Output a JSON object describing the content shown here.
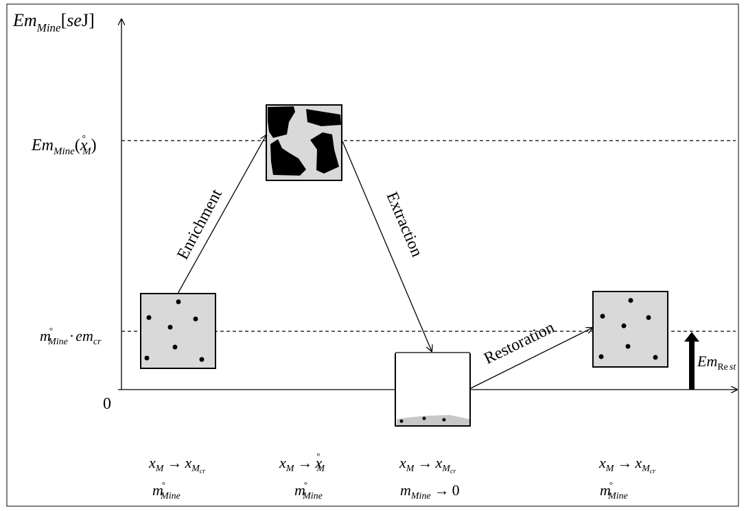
{
  "y_axis": {
    "em": "Em",
    "mine": "Mine",
    "unit_open": "[",
    "unit": "se",
    "unit_close": "J]"
  },
  "origin_label": "0",
  "level_high": {
    "em": "Em",
    "mine": "Mine",
    "paren_open": "(",
    "x": "x",
    "deg": "°",
    "sub_m": "M",
    "paren_close": ")"
  },
  "level_low": {
    "m": "m",
    "deg": "°",
    "mine": "Mine",
    "dot": "·",
    "em": "em",
    "cr": "cr"
  },
  "processes": {
    "enrichment": "Enrichment",
    "extraction": "Extraction",
    "restoration": "Restoration"
  },
  "restoration_energy": {
    "em": "Em",
    "re": "Re",
    "st": "st"
  },
  "states": [
    {
      "x": "x",
      "sub": "M",
      "arrow": "→",
      "x2": "x",
      "sub2": "M",
      "subsub2": "cr",
      "m": "m",
      "deg": "°",
      "mine": "Mine"
    },
    {
      "x": "x",
      "sub": "M",
      "arrow": "→",
      "x2": "x",
      "sub2": "M",
      "deg2": "°",
      "m": "m",
      "deg": "°",
      "mine": "Mine"
    },
    {
      "x": "x",
      "sub": "M",
      "arrow": "→",
      "x2": "x",
      "sub2": "M",
      "subsub2": "cr",
      "m": "m",
      "mine": "Mine",
      "arrow2": "→",
      "zero": "0"
    },
    {
      "x": "x",
      "sub": "M",
      "arrow": "→",
      "x2": "x",
      "sub2": "M",
      "subsub2": "cr",
      "m": "m",
      "deg": "°",
      "mine": "Mine"
    }
  ]
}
